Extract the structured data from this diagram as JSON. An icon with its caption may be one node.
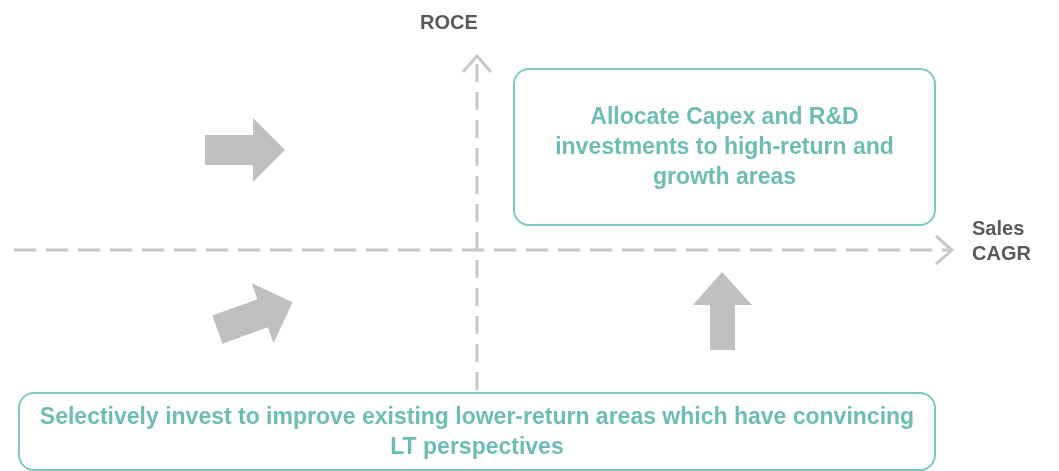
{
  "diagram": {
    "nodes": [
      {
        "text": [
          "Allocate Capex and R&D investments to high-return and growth areas"
        ]
      },
      {
        "text": [
          "Selectively invest to improve existing lower-return areas which have convincing LT perspectives"
        ]
      }
    ],
    "edges": [],
    "labels": [
      "ROCE",
      "Sales CAGR"
    ]
  }
}
